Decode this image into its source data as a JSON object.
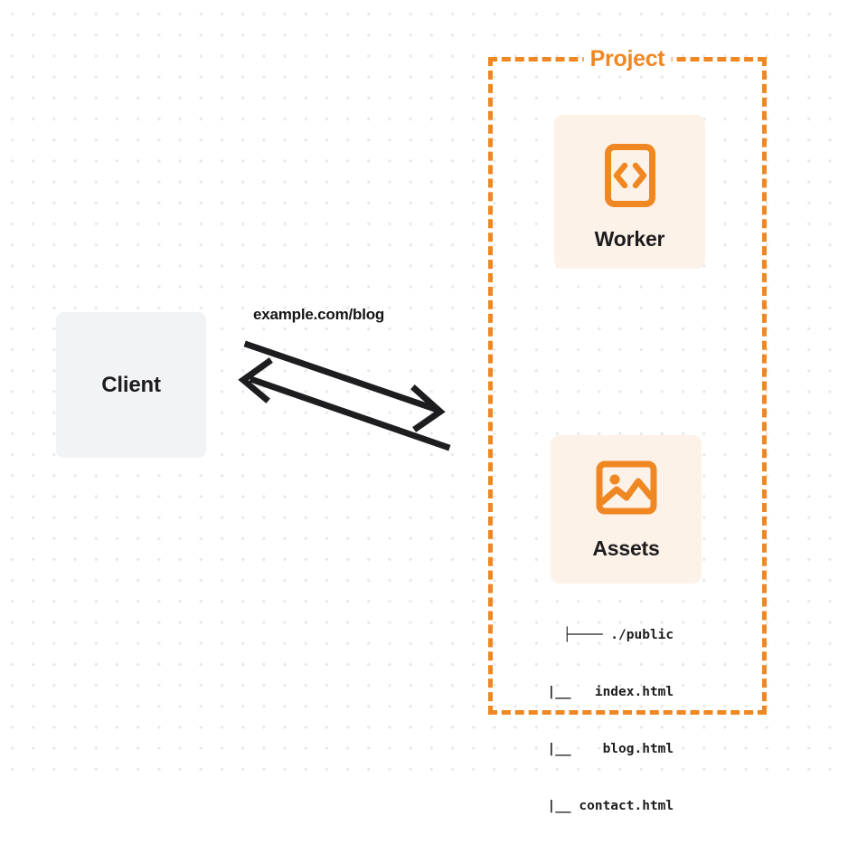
{
  "diagram": {
    "type": "architecture-flow",
    "background": {
      "color": "#ffffff",
      "dot_grid_color": "#e9e9ea"
    },
    "colors": {
      "accent_orange": "#ef8722",
      "card_fill": "#fdf2e8",
      "client_fill": "#f2f3f5",
      "text_dark": "#1d1d1f",
      "arrow_stroke": "#1d1d1f"
    }
  },
  "client": {
    "label": "Client",
    "icon": "client-box"
  },
  "connection": {
    "label": "example.com/blog",
    "request_direction": "client-to-project",
    "response_direction": "project-to-client",
    "arrow_count": 2
  },
  "project": {
    "title": "Project",
    "border_style": "dashed",
    "nodes": [
      {
        "id": "worker",
        "label": "Worker",
        "icon": "code-brackets-icon"
      },
      {
        "id": "assets",
        "label": "Assets",
        "icon": "image-icon"
      }
    ]
  },
  "file_tree": {
    "lines": [
      "├──── ./public",
      "  |__   index.html",
      "  |__    blog.html",
      "  |__ contact.html"
    ],
    "root": "./public",
    "files": [
      "index.html",
      "blog.html",
      "contact.html"
    ]
  }
}
